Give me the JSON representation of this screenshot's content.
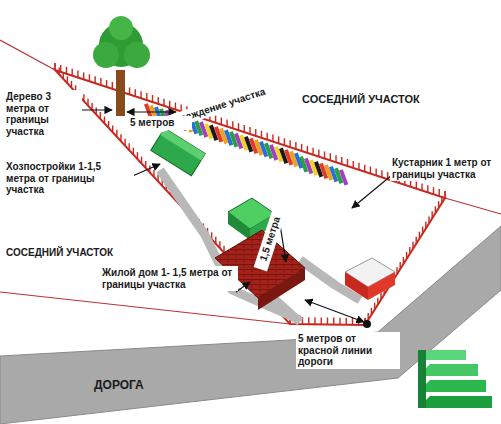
{
  "diagram": {
    "labels": [
      "Ограждение участка",
      "СОСЕДНИЙ УЧАСТОК",
      "Дерево 3 метра от границы участка",
      "5 метров",
      "Хозпостройки 1-1,5 метра от границы участка",
      "СОСЕДНИЙ УЧАСТОК",
      "Кустарник 1 метр от границы участка",
      "1,5 метра",
      "Жилой дом 1- 1,5 метра от границы участка",
      "5 метров от красной линии дороги",
      "ДОРОГА"
    ]
  }
}
